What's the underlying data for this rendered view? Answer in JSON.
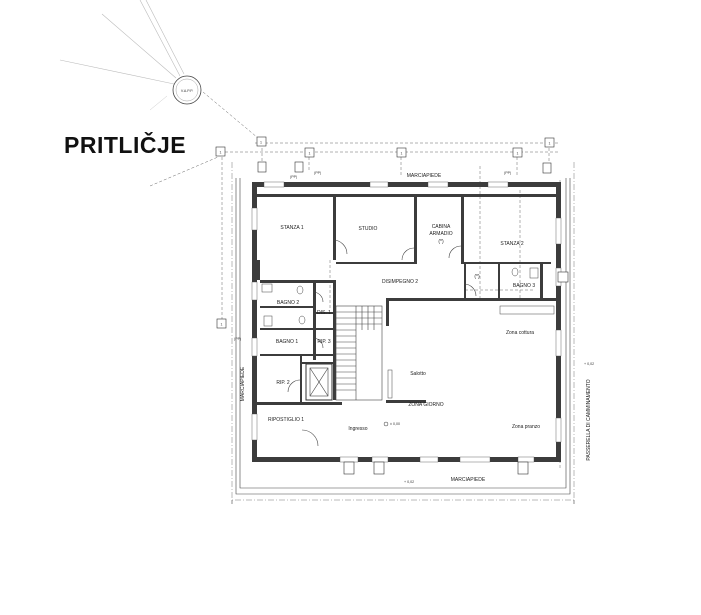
{
  "title": "PRITLIČJE",
  "logo": "V.A.P.P.",
  "streets": {
    "top": "MARCIAPIEDE",
    "bottom": "MARCIAPIEDE",
    "left": "MARCIAPIEDE",
    "right": "PASSERELLA DI CAMMINAMENTO"
  },
  "rooms": {
    "stanza1": "STANZA 1",
    "studio": "STUDIO",
    "cabina": "CABINA",
    "armadio": "ARMADIO",
    "asterisk": "(*)",
    "stanza2": "STANZA 2",
    "disimpegno": "DISIMPEGNO 2",
    "asterisk2": "(*)",
    "bagno3": "BAGNO 3",
    "bagno2": "BAGNO 2",
    "dis1": "DIS. 1",
    "bagno1": "BAGNO 1",
    "rip3": "RIP. 3",
    "rip2": "RIP. 2",
    "ripostiglio1": "RIPOSTIGLIO 1",
    "cottura": "Zona cottura",
    "salotto": "Salotto",
    "zonagiorno": "ZONA GIORNO",
    "ingresso": "Ingresso",
    "pranzo": "Zona pranzo"
  },
  "levels": {
    "center": "± 0,00",
    "bottom": "+ 0,02",
    "right": "+ 0,02"
  },
  "markers": {
    "pp": "(PP)",
    "num": "1"
  }
}
